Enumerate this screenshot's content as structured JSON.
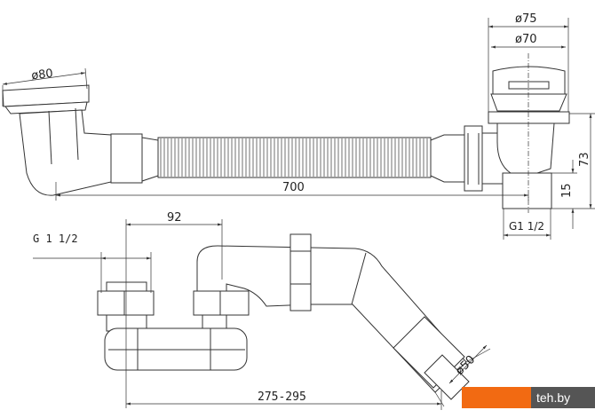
{
  "top_view": {
    "dim_left_drain": "ø80",
    "dim_cap_outer": "ø75",
    "dim_cap_inner": "ø70",
    "dim_height": "73",
    "dim_thread_height": "15",
    "dim_thread": "G1 1/2",
    "dim_length": "700"
  },
  "bottom_view": {
    "dim_thread": "G 1 1/2",
    "dim_spacing": "92",
    "dim_outlet": "ø50",
    "dim_length": "275-295"
  },
  "watermark": {
    "text": "teh.by",
    "colors": {
      "accent": "#f26a12",
      "dark": "#555555"
    }
  }
}
